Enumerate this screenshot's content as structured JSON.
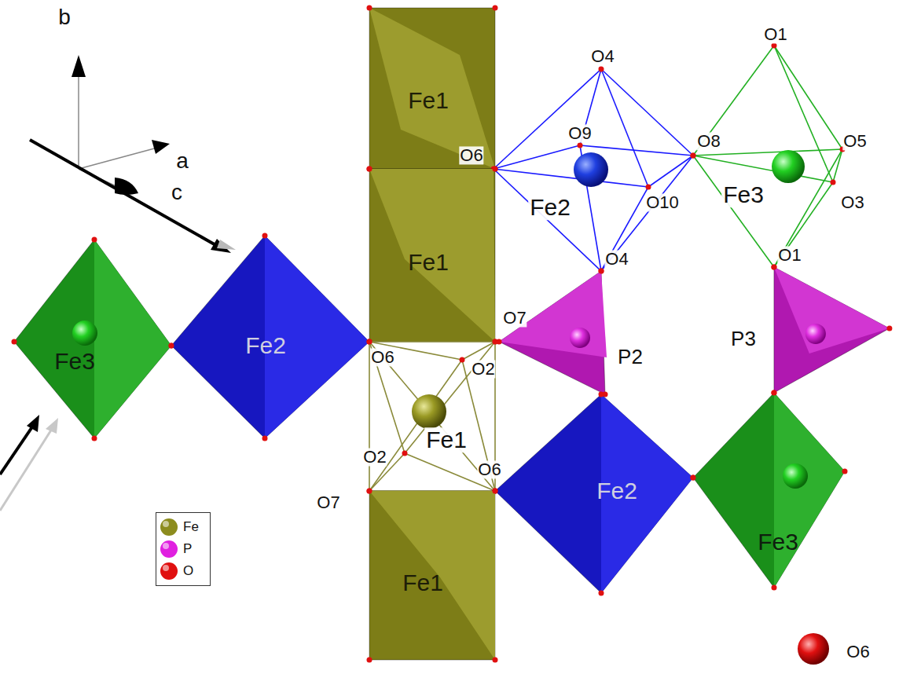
{
  "diagram": {
    "nodes": [
      {
        "text": [
          "Fe1"
        ]
      },
      {
        "text": [
          "Fe2"
        ]
      },
      {
        "text": [
          "Fe3"
        ]
      },
      {
        "text": [
          "Fe1"
        ]
      },
      {
        "text": [
          "Fe3"
        ]
      },
      {
        "text": [
          "Fe2"
        ]
      },
      {
        "text": [
          "P2"
        ]
      },
      {
        "text": [
          "P3"
        ]
      },
      {
        "text": [
          "Fe1"
        ]
      },
      {
        "text": [
          "Fe2"
        ]
      },
      {
        "text": [
          "Fe3"
        ]
      },
      {
        "text": [
          "Fe1"
        ]
      }
    ],
    "labels": [
      "b",
      "a",
      "c",
      "O4",
      "O1",
      "O9",
      "O6",
      "O8",
      "O5",
      "O10",
      "O3",
      "O4",
      "O1",
      "O7",
      "O6",
      "O2",
      "O2",
      "O6",
      "O7",
      "O6"
    ],
    "legend": [
      {
        "text": "Fe",
        "color": "#8c8c1e"
      },
      {
        "text": "P",
        "color": "#e020e0"
      },
      {
        "text": "O",
        "color": "#e01010"
      }
    ]
  }
}
